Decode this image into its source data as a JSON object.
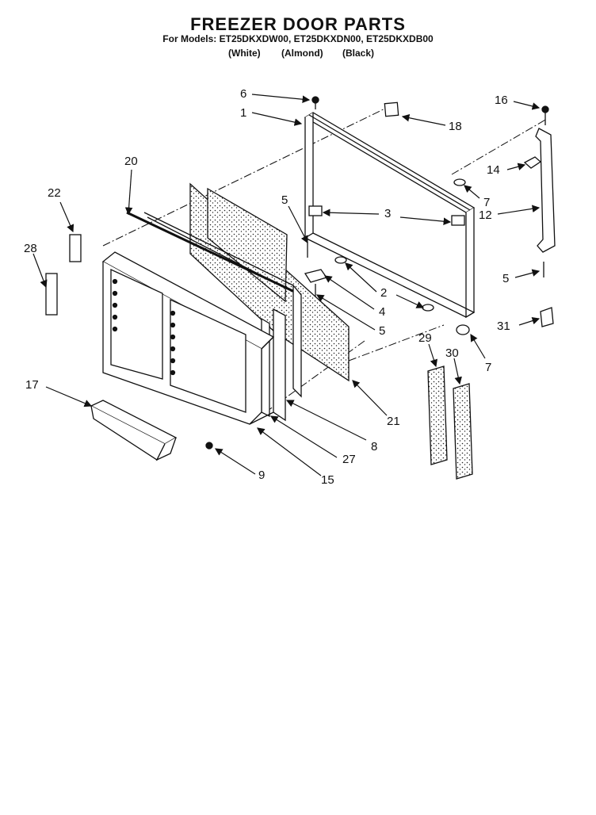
{
  "header": {
    "title": "FREEZER DOOR PARTS",
    "models": "For Models: ET25DKXDW00, ET25DKXDN00, ET25DKXDB00",
    "colors": [
      "(White)",
      "(Almond)",
      "(Black)"
    ]
  },
  "callouts": [
    {
      "id": "c6",
      "text": "6"
    },
    {
      "id": "c1",
      "text": "1"
    },
    {
      "id": "c18",
      "text": "18"
    },
    {
      "id": "c16",
      "text": "16"
    },
    {
      "id": "c20",
      "text": "20"
    },
    {
      "id": "c14",
      "text": "14"
    },
    {
      "id": "c7a",
      "text": "7"
    },
    {
      "id": "c22",
      "text": "22"
    },
    {
      "id": "c5a",
      "text": "5"
    },
    {
      "id": "c3",
      "text": "3"
    },
    {
      "id": "c12",
      "text": "12"
    },
    {
      "id": "c28",
      "text": "28"
    },
    {
      "id": "c2",
      "text": "2"
    },
    {
      "id": "c5b",
      "text": "5"
    },
    {
      "id": "c4",
      "text": "4"
    },
    {
      "id": "c31",
      "text": "31"
    },
    {
      "id": "c5c",
      "text": "5"
    },
    {
      "id": "c29",
      "text": "29"
    },
    {
      "id": "c30",
      "text": "30"
    },
    {
      "id": "c7b",
      "text": "7"
    },
    {
      "id": "c17",
      "text": "17"
    },
    {
      "id": "c21",
      "text": "21"
    },
    {
      "id": "c8",
      "text": "8"
    },
    {
      "id": "c27",
      "text": "27"
    },
    {
      "id": "c9",
      "text": "9"
    },
    {
      "id": "c15",
      "text": "15"
    }
  ]
}
